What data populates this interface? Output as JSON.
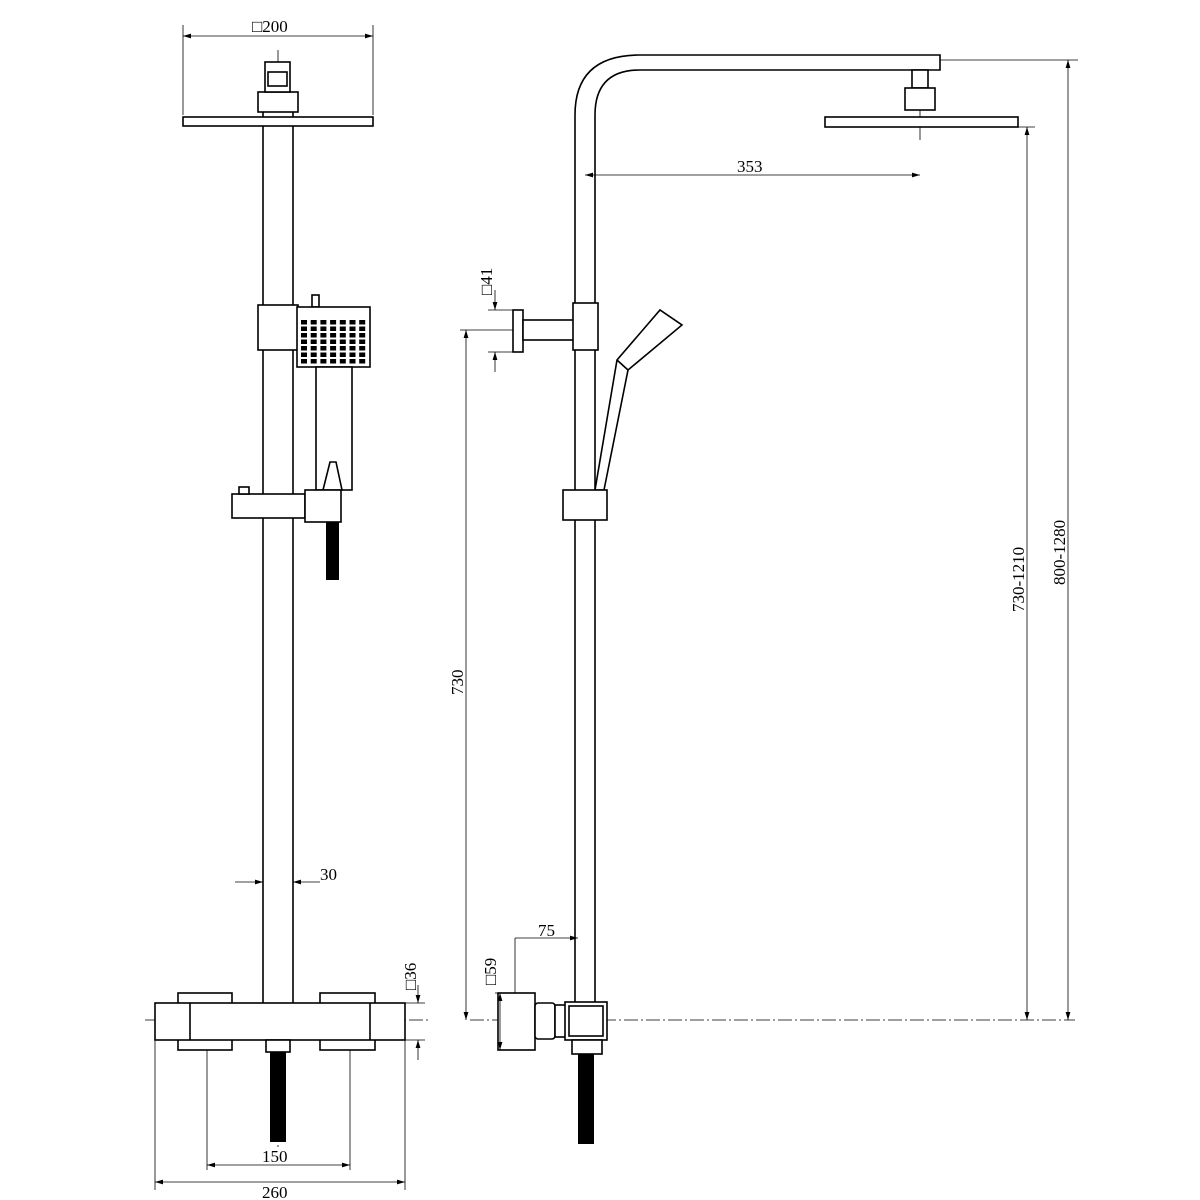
{
  "title": "Shower column technical drawing",
  "dimensions": {
    "head_size": "□200",
    "arm_length": "353",
    "bracket_size": "□41",
    "bracket_height": "730",
    "head_height_range": "730-1210",
    "total_height_range": "800-1280",
    "pipe_diameter": "30",
    "body_size": "□36",
    "outlet_size": "□59",
    "outlet_offset": "75",
    "inlet_spacing": "150",
    "body_width": "260"
  }
}
